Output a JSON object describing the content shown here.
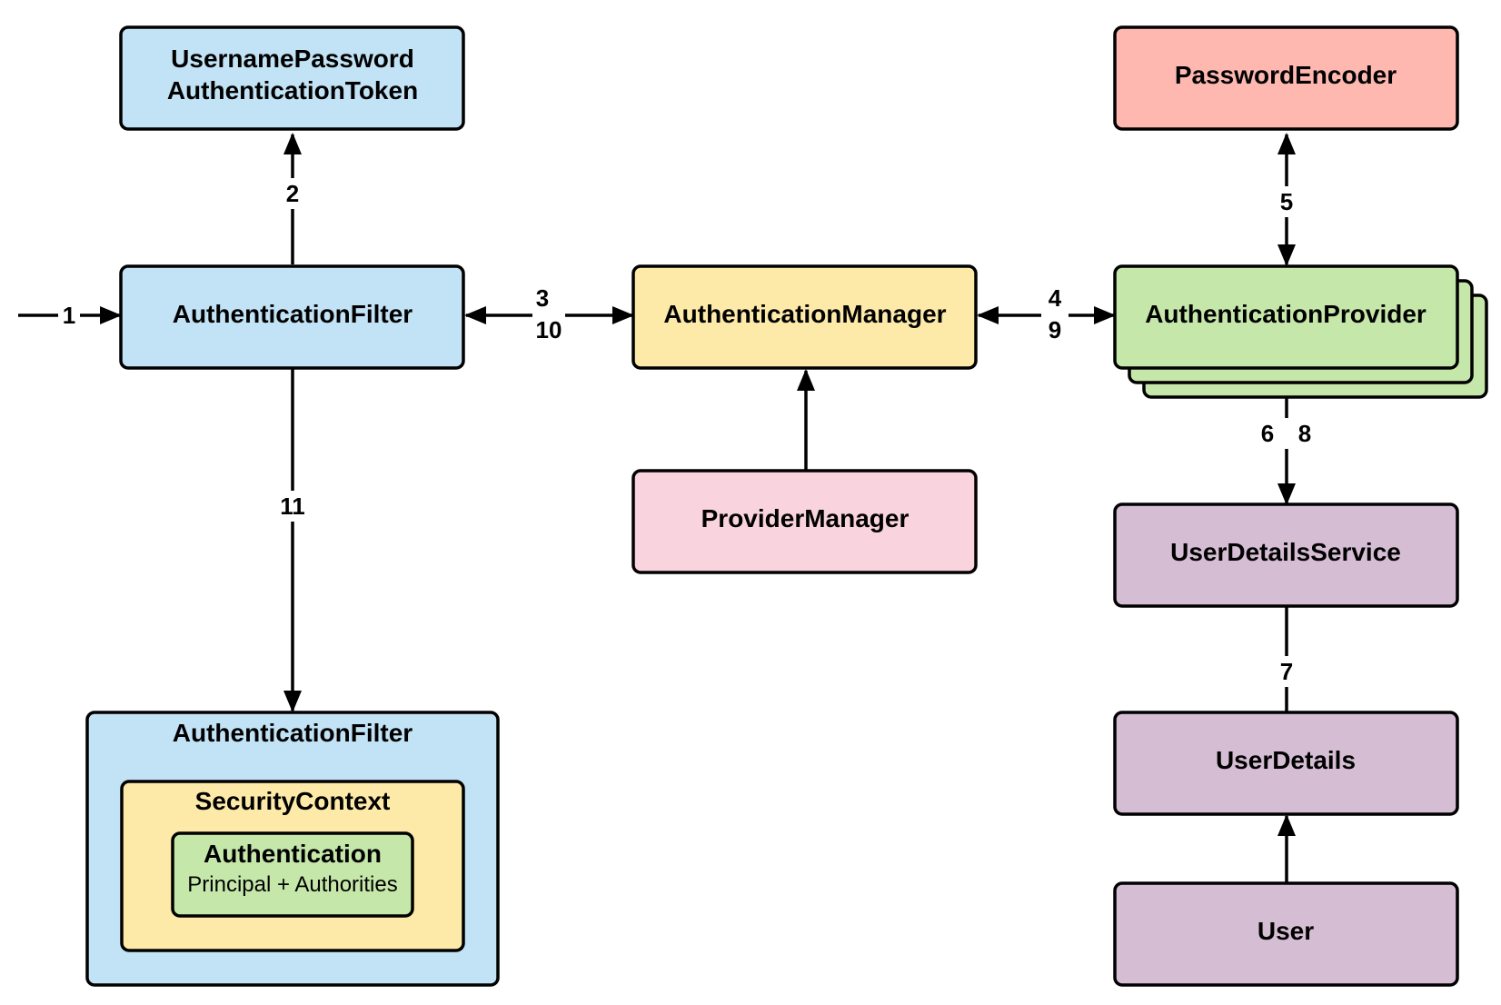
{
  "colors": {
    "blue": "#c2e3f6",
    "yellow": "#feeaa8",
    "green": "#c6e7aa",
    "red": "#feb8b0",
    "pink": "#f9d3de",
    "purple": "#d5bdd3",
    "line": "#000000"
  },
  "nodes": {
    "token": {
      "line1": "UsernamePassword",
      "line2": "AuthenticationToken"
    },
    "filter": {
      "label": "AuthenticationFilter"
    },
    "manager": {
      "label": "AuthenticationManager"
    },
    "provider_manager": {
      "label": "ProviderManager"
    },
    "password_encoder": {
      "label": "PasswordEncoder"
    },
    "provider": {
      "label": "AuthenticationProvider"
    },
    "user_details_service": {
      "label": "UserDetailsService"
    },
    "user_details": {
      "label": "UserDetails"
    },
    "user": {
      "label": "User"
    },
    "filter_result": {
      "label": "AuthenticationFilter",
      "security_context": "SecurityContext",
      "authentication": "Authentication",
      "authentication_detail": "Principal + Authorities"
    }
  },
  "edges": {
    "e1": "1",
    "e2": "2",
    "e3": "3",
    "e10": "10",
    "e4": "4",
    "e9": "9",
    "e5": "5",
    "e6": "6",
    "e8": "8",
    "e7": "7",
    "e11": "11"
  }
}
